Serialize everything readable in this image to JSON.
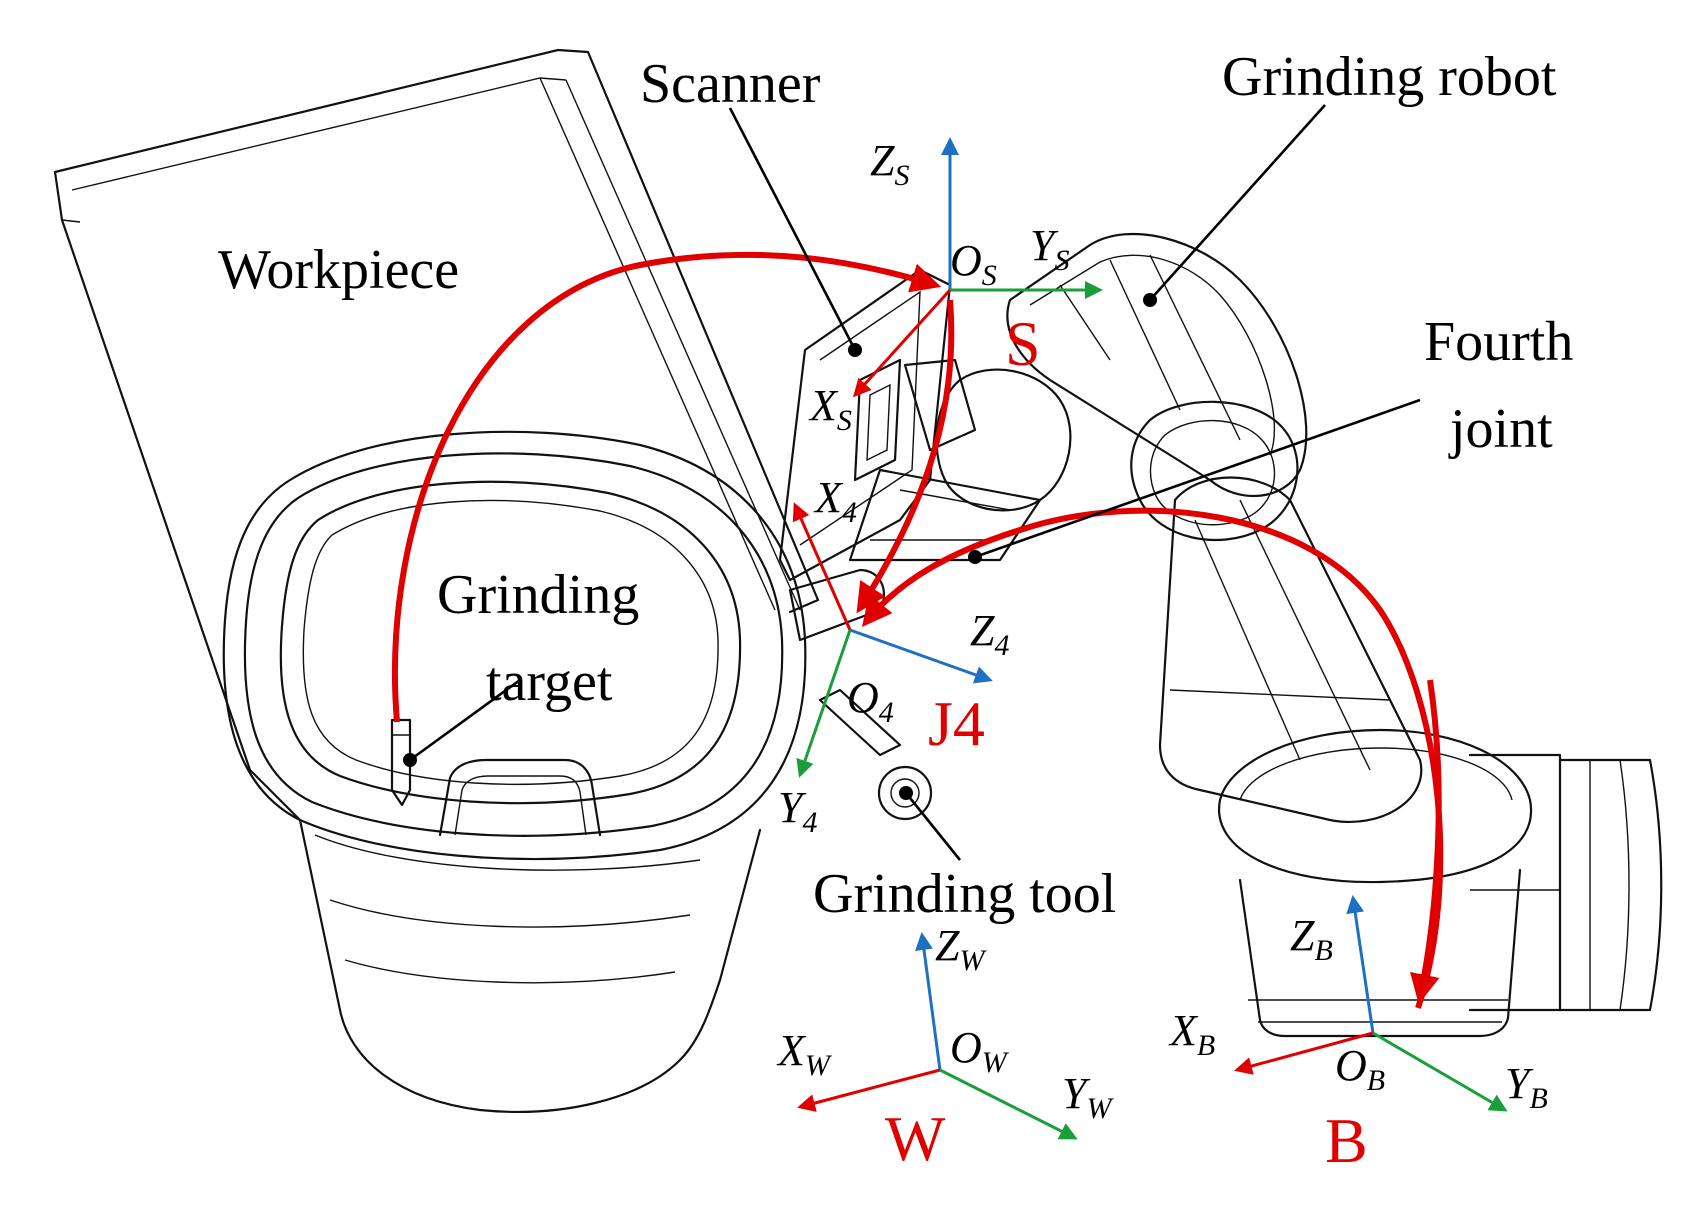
{
  "labels": {
    "workpiece": "Workpiece",
    "scanner": "Scanner",
    "grinding_robot": "Grinding robot",
    "fourth_joint_line1": "Fourth",
    "fourth_joint_line2": "joint",
    "grinding_target_line1": "Grinding",
    "grinding_target_line2": "target",
    "grinding_tool": "Grinding tool"
  },
  "frames": {
    "S": {
      "name": "S",
      "origin": {
        "main": "O",
        "sub": "S"
      },
      "x": {
        "main": "X",
        "sub": "S"
      },
      "y": {
        "main": "Y",
        "sub": "S"
      },
      "z": {
        "main": "Z",
        "sub": "S"
      }
    },
    "J4": {
      "name": "J4",
      "origin": {
        "main": "O",
        "sub": "4"
      },
      "x": {
        "main": "X",
        "sub": "4"
      },
      "y": {
        "main": "Y",
        "sub": "4"
      },
      "z": {
        "main": "Z",
        "sub": "4"
      }
    },
    "W": {
      "name": "W",
      "origin": {
        "main": "O",
        "sub": "W"
      },
      "x": {
        "main": "X",
        "sub": "W"
      },
      "y": {
        "main": "Y",
        "sub": "W"
      },
      "z": {
        "main": "Z",
        "sub": "W"
      }
    },
    "B": {
      "name": "B",
      "origin": {
        "main": "O",
        "sub": "B"
      },
      "x": {
        "main": "X",
        "sub": "B"
      },
      "y": {
        "main": "Y",
        "sub": "B"
      },
      "z": {
        "main": "Z",
        "sub": "B"
      }
    }
  },
  "colors": {
    "x_axis": "#e00000",
    "y_axis": "#1a9e3a",
    "z_axis": "#1f6fc4",
    "transform_arc": "#e00000",
    "frame_label": "#e00000",
    "line_art": "#111111"
  }
}
